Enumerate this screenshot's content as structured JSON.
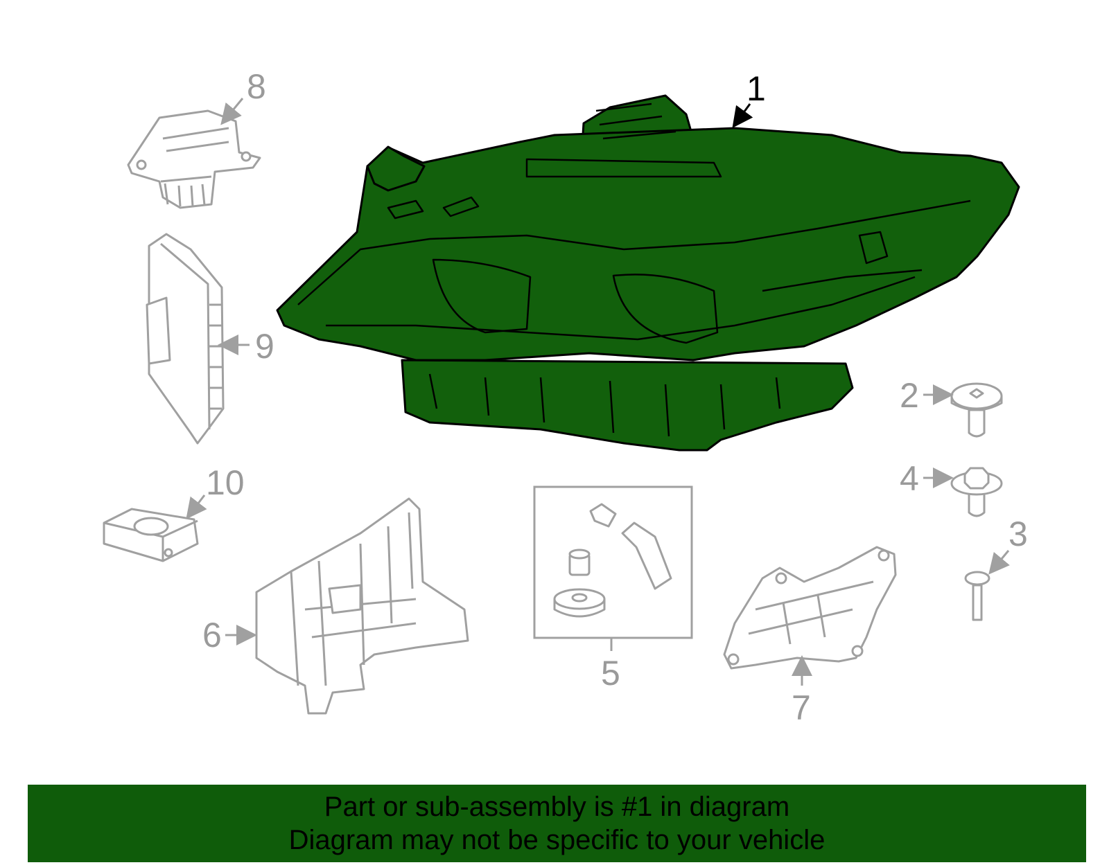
{
  "callouts": {
    "n1": "1",
    "n2": "2",
    "n3": "3",
    "n4": "4",
    "n5": "5",
    "n6": "6",
    "n7": "7",
    "n8": "8",
    "n9": "9",
    "n10": "10"
  },
  "highlighted_part": "1",
  "colors": {
    "highlight_fill": "#12600c",
    "highlight_stroke": "#000000",
    "part_stroke": "#a0a0a0",
    "banner_bg": "#0f5c0a",
    "callout_text": "#9a9a9a"
  },
  "banner": {
    "line1": "Part or sub-assembly is #1 in diagram",
    "line2": "Diagram may not be specific to your vehicle"
  }
}
